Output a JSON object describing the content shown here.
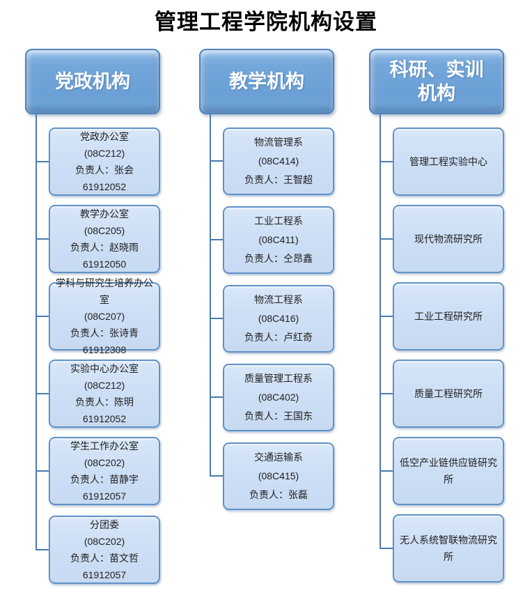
{
  "title": "管理工程学院机构设置",
  "colors": {
    "header_fill": "#6ba0d6",
    "header_border": "#4f81bd",
    "header_text": "#ffffff",
    "box_fill": "#cddff5",
    "box_border": "#5f91c8",
    "box_text": "#1f1f1f",
    "connector": "#4a7ab2",
    "background": "#ffffff"
  },
  "columns": [
    {
      "header": "党政机构",
      "items": [
        {
          "lines": [
            "党政办公室",
            "(08C212)",
            "负责人：张会",
            "61912052"
          ]
        },
        {
          "lines": [
            "教学办公室",
            "(08C205)",
            "负责人：赵晓雨",
            "61912050"
          ]
        },
        {
          "lines": [
            "学科与研究生培养办公室",
            "(08C207)",
            "负责人：张诗青",
            "61912308"
          ]
        },
        {
          "lines": [
            "实验中心办公室",
            "(08C212)",
            "负责人：陈明",
            "61912052"
          ]
        },
        {
          "lines": [
            "学生工作办公室",
            "(08C202)",
            "负责人：苗静宇",
            "61912057"
          ]
        },
        {
          "lines": [
            "分团委",
            "(08C202)",
            "负责人：苗文哲",
            "61912057"
          ]
        }
      ]
    },
    {
      "header": "教学机构",
      "items": [
        {
          "lines": [
            "物流管理系",
            "(08C414)",
            "负责人：王智超"
          ]
        },
        {
          "lines": [
            "工业工程系",
            "(08C411)",
            "负责人：仝昂鑫"
          ]
        },
        {
          "lines": [
            "物流工程系",
            "(08C416)",
            "负责人：卢红奇"
          ]
        },
        {
          "lines": [
            "质量管理工程系",
            "(08C402)",
            "负责人：王国东"
          ]
        },
        {
          "lines": [
            "交通运输系",
            "(08C415)",
            "负责人：张磊"
          ]
        }
      ]
    },
    {
      "header": "科研、实训\n机构",
      "items": [
        {
          "lines": [
            "管理工程实验中心"
          ]
        },
        {
          "lines": [
            "现代物流研究所"
          ]
        },
        {
          "lines": [
            "工业工程研究所"
          ]
        },
        {
          "lines": [
            "质量工程研究所"
          ]
        },
        {
          "lines": [
            "低空产业链供应链研究所"
          ]
        },
        {
          "lines": [
            "无人系统智联物流研究所"
          ]
        }
      ]
    }
  ]
}
